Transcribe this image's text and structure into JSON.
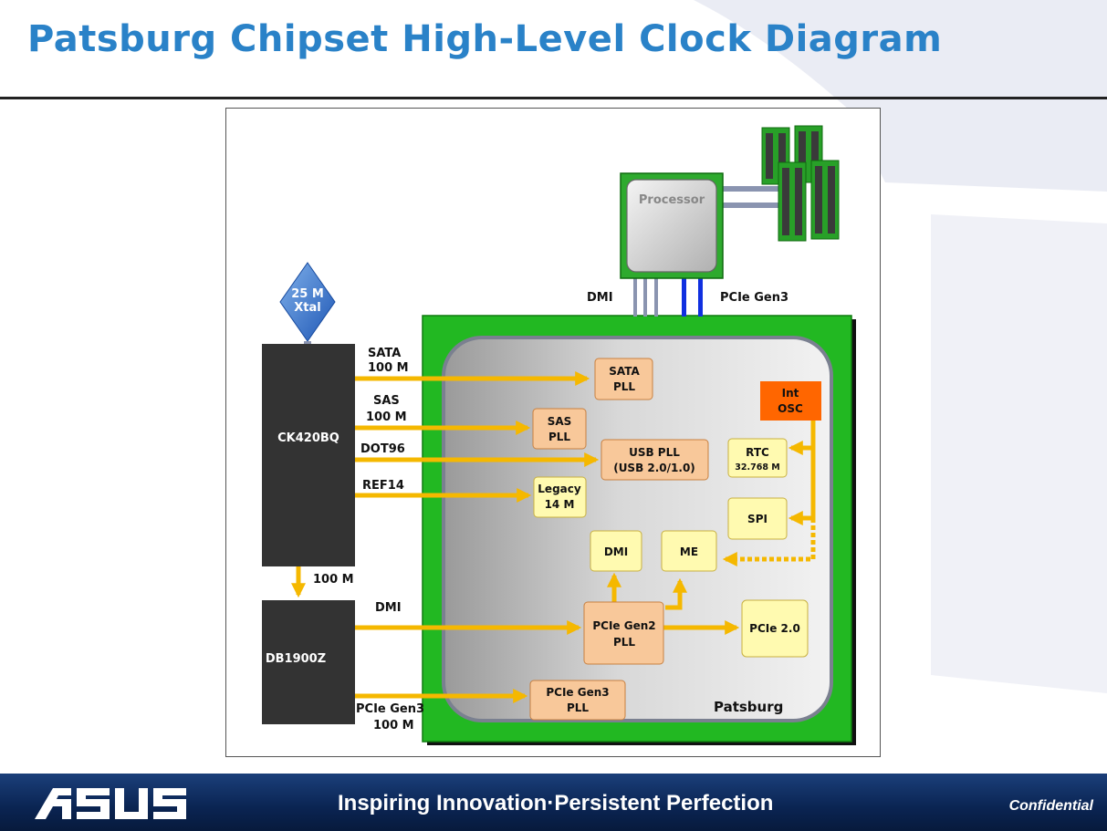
{
  "slide": {
    "title": "Patsburg Chipset High-Level Clock Diagram",
    "footer_tagline": "Inspiring Innovation·Persistent Perfection",
    "footer_confidential": "Confidential",
    "logo_text": "ASUS"
  },
  "diagram": {
    "xtal": [
      "25 M",
      "Xtal"
    ],
    "processor": "Processor",
    "link_dmi": "DMI",
    "link_pcie_gen3": "PCIe Gen3",
    "ck420bq": "CK420BQ",
    "db1900z": "DB1900Z",
    "ck_to_db": "100 M",
    "signals": {
      "sata": [
        "SATA",
        "100 M"
      ],
      "sas": [
        "SAS",
        "100 M"
      ],
      "dot96": "DOT96",
      "ref14": "REF14",
      "dmi": "DMI",
      "pcie_gen3": [
        "PCIe Gen3",
        "100 M"
      ]
    },
    "blocks": {
      "sata_pll": [
        "SATA",
        "PLL"
      ],
      "sas_pll": [
        "SAS",
        "PLL"
      ],
      "usb_pll": [
        "USB PLL",
        "(USB 2.0/1.0)"
      ],
      "legacy": [
        "Legacy",
        "14 M"
      ],
      "int_osc": [
        "Int",
        "OSC"
      ],
      "rtc": [
        "RTC",
        "32.768 M"
      ],
      "spi": "SPI",
      "dmi": "DMI",
      "me": "ME",
      "pcie_gen2_pll": [
        "PCIe Gen2",
        "PLL"
      ],
      "pcie20": "PCIe 2.0",
      "pcie_gen3_pll": [
        "PCIe Gen3",
        "PLL"
      ]
    },
    "chip_label": "Patsburg"
  },
  "colors": {
    "title": "#2a82c8",
    "arrow": "#f5b800",
    "green": "#22b822",
    "pll": "#f8c89a",
    "yellow_block": "#fffab0",
    "osc": "#ff6600",
    "dark_block": "#333333",
    "blue_link": "#1030e0",
    "gray_link": "#8a94b0"
  }
}
